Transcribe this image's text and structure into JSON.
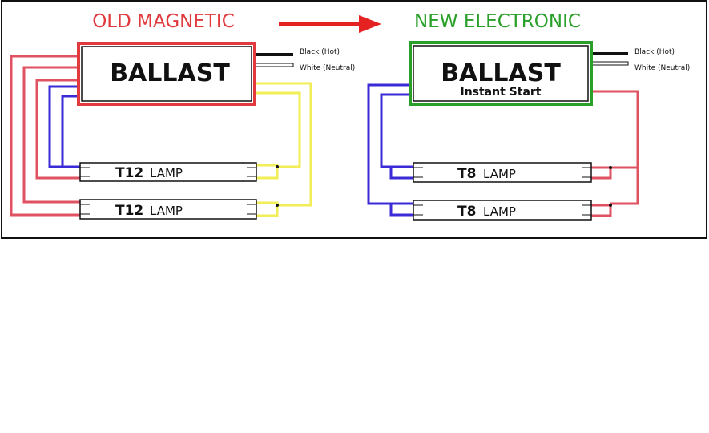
{
  "colors": {
    "old_accent": "#e03a3e",
    "new_accent": "#2aa02a",
    "arrow": "#e52222",
    "blue_wire": "#3a2bd6",
    "red_wire": "#e05262",
    "yellow_wire": "#f2ee55",
    "frame": "#111111"
  },
  "old": {
    "title": "OLD MAGNETIC",
    "ballast_label": "BALLAST",
    "wire_black": "Black  (Hot)",
    "wire_white": "White  (Neutral)",
    "lamps": [
      {
        "type": "T12",
        "word": "LAMP"
      },
      {
        "type": "T12",
        "word": "LAMP"
      }
    ]
  },
  "new": {
    "title": "NEW ELECTRONIC",
    "ballast_label": "BALLAST",
    "ballast_sub": "Instant Start",
    "wire_black": "Black  (Hot)",
    "wire_white": "White  (Neutral)",
    "lamps": [
      {
        "type": "T8",
        "word": "LAMP"
      },
      {
        "type": "T8",
        "word": "LAMP"
      }
    ]
  }
}
